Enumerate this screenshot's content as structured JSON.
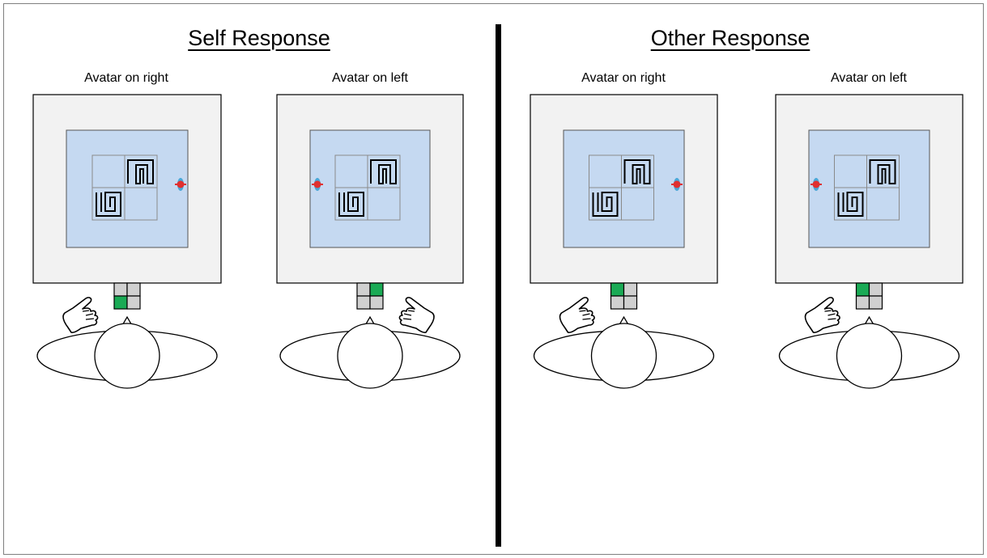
{
  "sections": [
    {
      "title": "Self Response",
      "panels": [
        {
          "label": "Avatar on right",
          "avatar_side": "right",
          "hand_side": "left",
          "highlighted_key": "bottom-left"
        },
        {
          "label": "Avatar on left",
          "avatar_side": "left",
          "hand_side": "right",
          "highlighted_key": "top-right"
        }
      ]
    },
    {
      "title": "Other Response",
      "panels": [
        {
          "label": "Avatar on right",
          "avatar_side": "right",
          "hand_side": "left",
          "highlighted_key": "top-left"
        },
        {
          "label": "Avatar on left",
          "avatar_side": "left",
          "hand_side": "left",
          "highlighted_key": "top-left"
        }
      ]
    }
  ],
  "colors": {
    "screen_fill": "#f2f2f2",
    "room_fill": "#c5d9f1",
    "key_highlight": "#1aaa55",
    "key_default": "#d0d0d0",
    "avatar_red": "#e03030",
    "avatar_blue": "#4aa8d8"
  },
  "icons": [
    "pointing-hand-icon",
    "avatar-icon",
    "response-keypad"
  ]
}
